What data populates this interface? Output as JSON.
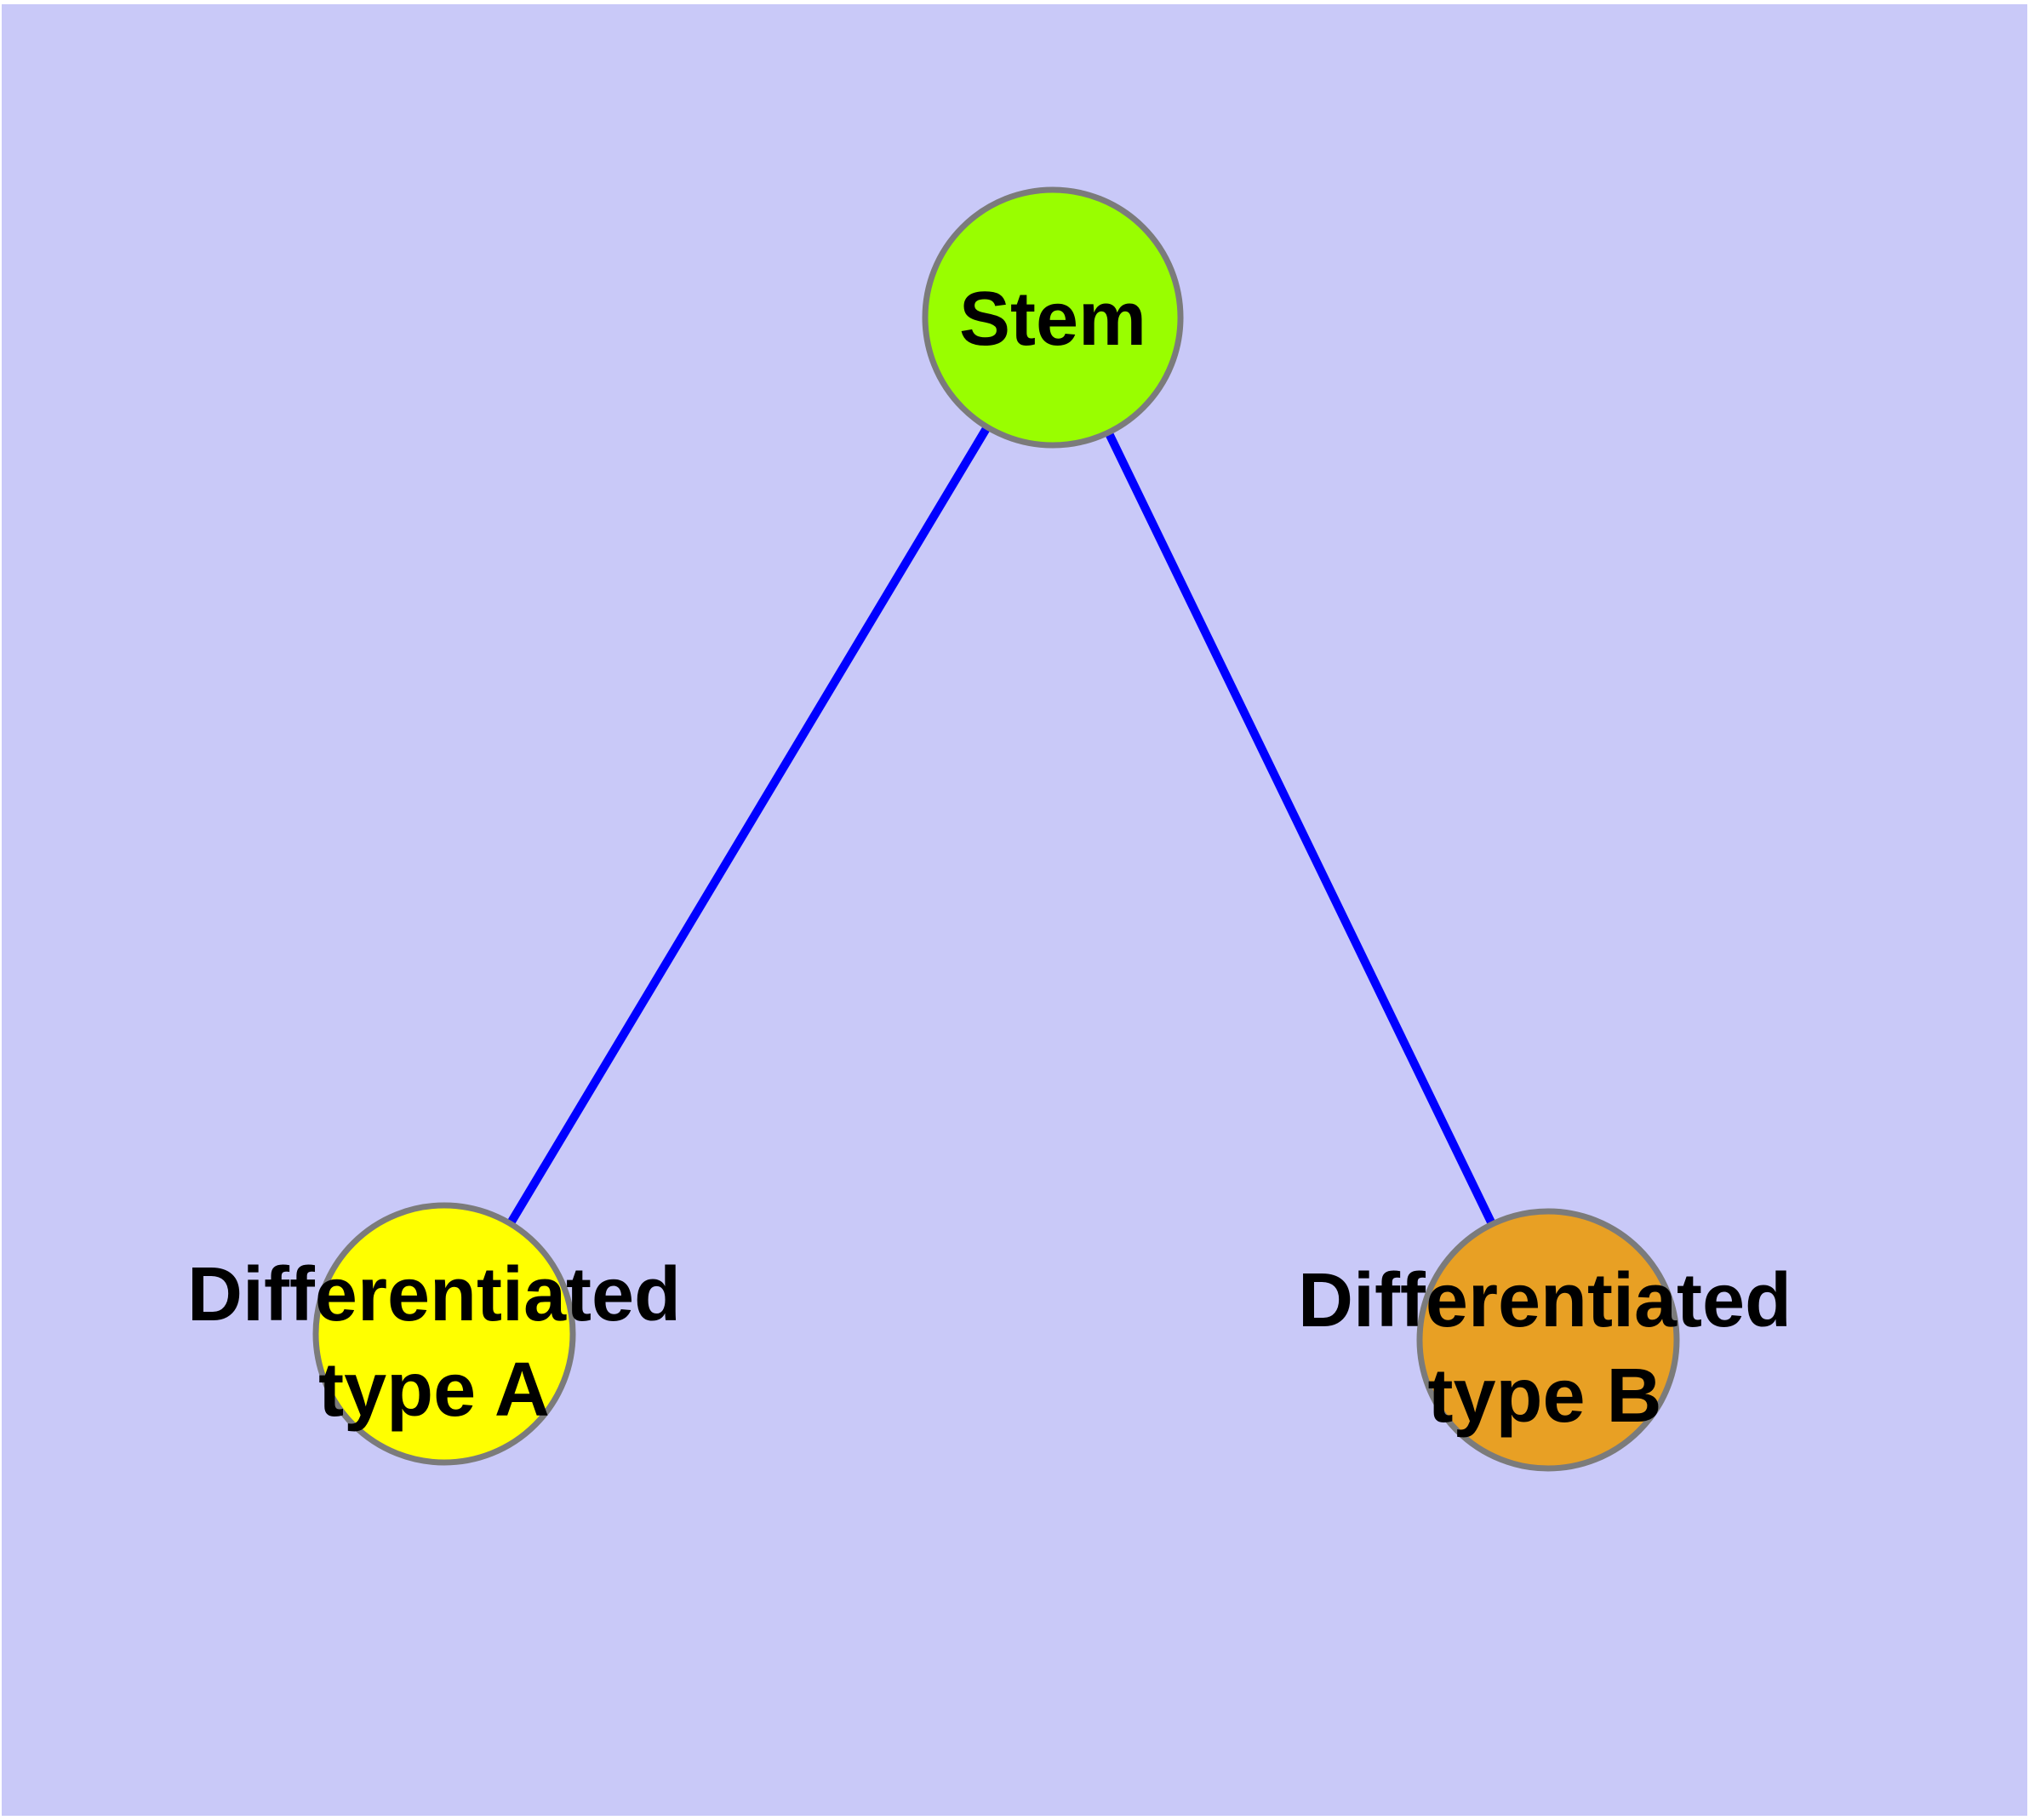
{
  "canvas": {
    "background": "#C9C9F8",
    "page_margin_color": "#FFFFFF"
  },
  "diagram": {
    "type": "node-link-graph",
    "nodes": [
      {
        "id": "stem",
        "label": "Stem",
        "fill": "#99FE00",
        "border": "#7B7B7B"
      },
      {
        "id": "differentiated-type-a",
        "label": "Differentiated type A",
        "label_line1": "Differentiated",
        "label_line2": "type A",
        "fill": "#FFFF00",
        "border": "#7B7B7B"
      },
      {
        "id": "differentiated-type-b",
        "label": "Differentiated type B",
        "label_line1": "Differentiated",
        "label_line2": "type B",
        "fill": "#E8A024",
        "border": "#7B7B7B"
      }
    ],
    "edges": [
      {
        "from": "stem",
        "to": "differentiated-type-a"
      },
      {
        "from": "stem",
        "to": "differentiated-type-b"
      }
    ],
    "edge_color": "#0000FF",
    "label_color": "#000000"
  }
}
